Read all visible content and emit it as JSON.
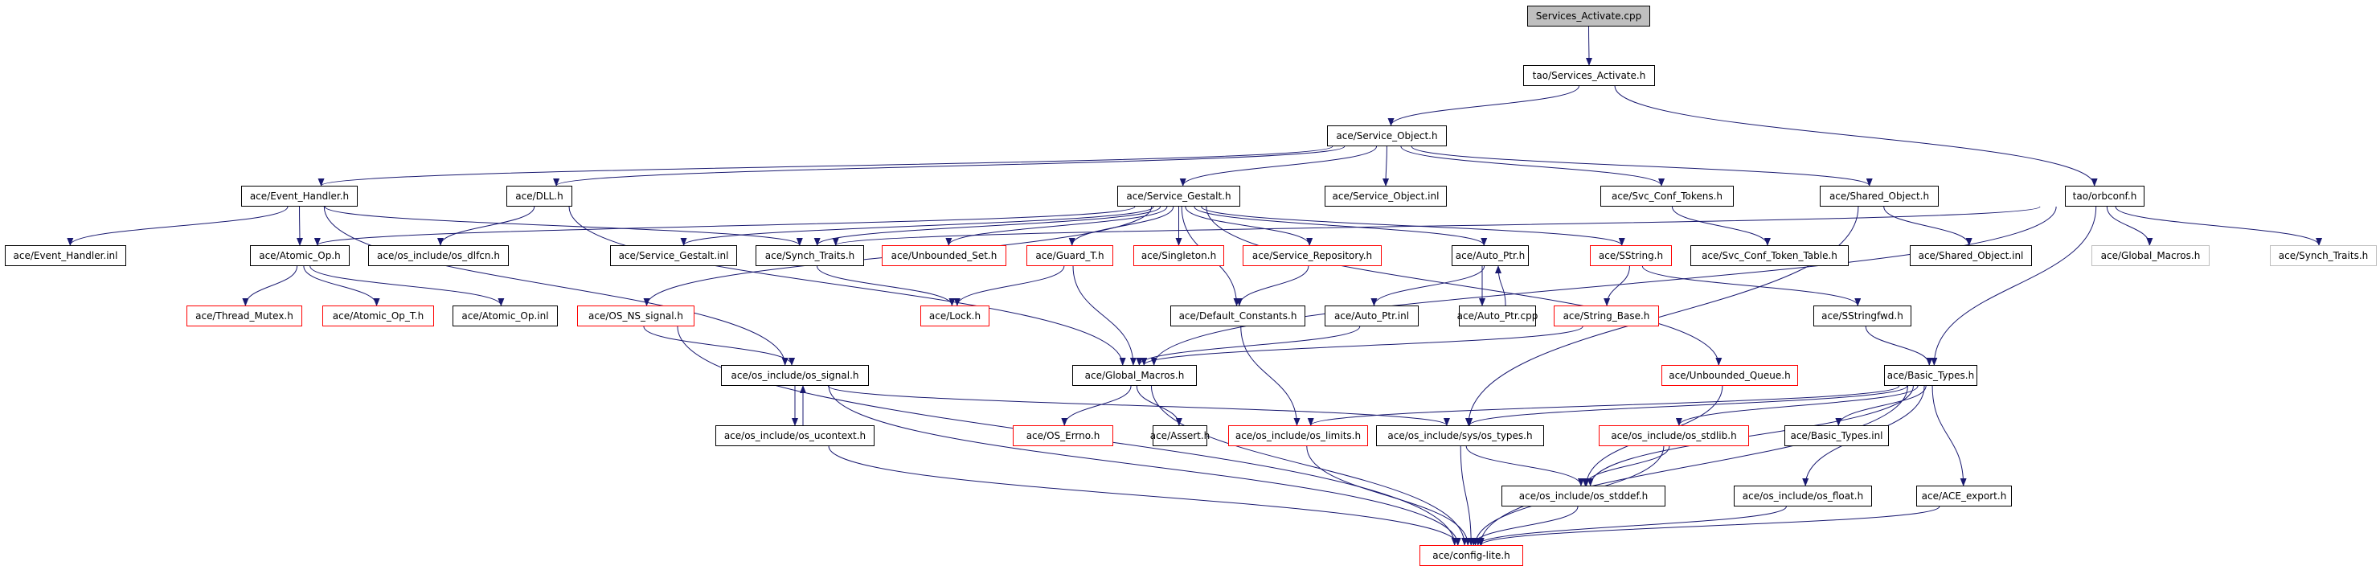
{
  "graph": {
    "edge_color": "#191970",
    "nodes": [
      {
        "id": "cpp",
        "label": "Services_Activate.cpp",
        "style": "root"
      },
      {
        "id": "sa_h",
        "label": "tao/Services_Activate.h",
        "style": "normal"
      },
      {
        "id": "svc_obj",
        "label": "ace/Service_Object.h",
        "style": "normal"
      },
      {
        "id": "evh",
        "label": "ace/Event_Handler.h",
        "style": "normal"
      },
      {
        "id": "dll",
        "label": "ace/DLL.h",
        "style": "normal"
      },
      {
        "id": "gestalt",
        "label": "ace/Service_Gestalt.h",
        "style": "normal"
      },
      {
        "id": "svc_obj_inl",
        "label": "ace/Service_Object.inl",
        "style": "normal"
      },
      {
        "id": "svc_tokens",
        "label": "ace/Svc_Conf_Tokens.h",
        "style": "normal"
      },
      {
        "id": "shared_obj",
        "label": "ace/Shared_Object.h",
        "style": "normal"
      },
      {
        "id": "orbconf",
        "label": "tao/orbconf.h",
        "style": "normal"
      },
      {
        "id": "evh_inl",
        "label": "ace/Event_Handler.inl",
        "style": "normal"
      },
      {
        "id": "atomic",
        "label": "ace/Atomic_Op.h",
        "style": "normal"
      },
      {
        "id": "dlfcn",
        "label": "ace/os_include/os_dlfcn.h",
        "style": "normal"
      },
      {
        "id": "gestalt_inl",
        "label": "ace/Service_Gestalt.inl",
        "style": "normal"
      },
      {
        "id": "synch",
        "label": "ace/Synch_Traits.h",
        "style": "normal"
      },
      {
        "id": "unb_set",
        "label": "ace/Unbounded_Set.h",
        "style": "red"
      },
      {
        "id": "guard",
        "label": "ace/Guard_T.h",
        "style": "red"
      },
      {
        "id": "singleton",
        "label": "ace/Singleton.h",
        "style": "red"
      },
      {
        "id": "svc_repo",
        "label": "ace/Service_Repository.h",
        "style": "red"
      },
      {
        "id": "auto_ptr",
        "label": "ace/Auto_Ptr.h",
        "style": "normal"
      },
      {
        "id": "sstring",
        "label": "ace/SString.h",
        "style": "red"
      },
      {
        "id": "token_table",
        "label": "ace/Svc_Conf_Token_Table.h",
        "style": "normal"
      },
      {
        "id": "shared_inl",
        "label": "ace/Shared_Object.inl",
        "style": "normal"
      },
      {
        "id": "gm_gray",
        "label": "ace/Global_Macros.h",
        "style": "gray"
      },
      {
        "id": "synch_gray",
        "label": "ace/Synch_Traits.h",
        "style": "gray"
      },
      {
        "id": "thread_mutex",
        "label": "ace/Thread_Mutex.h",
        "style": "red"
      },
      {
        "id": "atomic_t",
        "label": "ace/Atomic_Op_T.h",
        "style": "red"
      },
      {
        "id": "atomic_inl",
        "label": "ace/Atomic_Op.inl",
        "style": "normal"
      },
      {
        "id": "ns_signal",
        "label": "ace/OS_NS_signal.h",
        "style": "red"
      },
      {
        "id": "lock",
        "label": "ace/Lock.h",
        "style": "red"
      },
      {
        "id": "def_const",
        "label": "ace/Default_Constants.h",
        "style": "normal"
      },
      {
        "id": "auto_inl",
        "label": "ace/Auto_Ptr.inl",
        "style": "normal"
      },
      {
        "id": "auto_cpp",
        "label": "ace/Auto_Ptr.cpp",
        "style": "normal"
      },
      {
        "id": "string_base",
        "label": "ace/String_Base.h",
        "style": "red"
      },
      {
        "id": "sstringfwd",
        "label": "ace/SStringfwd.h",
        "style": "normal"
      },
      {
        "id": "os_signal",
        "label": "ace/os_include/os_signal.h",
        "style": "normal"
      },
      {
        "id": "gm",
        "label": "ace/Global_Macros.h",
        "style": "normal"
      },
      {
        "id": "unb_queue",
        "label": "ace/Unbounded_Queue.h",
        "style": "red"
      },
      {
        "id": "basic_types",
        "label": "ace/Basic_Types.h",
        "style": "normal"
      },
      {
        "id": "ucontext",
        "label": "ace/os_include/os_ucontext.h",
        "style": "normal"
      },
      {
        "id": "errno",
        "label": "ace/OS_Errno.h",
        "style": "red"
      },
      {
        "id": "assert",
        "label": "ace/Assert.h",
        "style": "normal"
      },
      {
        "id": "limits",
        "label": "ace/os_include/os_limits.h",
        "style": "red"
      },
      {
        "id": "os_types",
        "label": "ace/os_include/sys/os_types.h",
        "style": "normal"
      },
      {
        "id": "stdlib",
        "label": "ace/os_include/os_stdlib.h",
        "style": "red"
      },
      {
        "id": "bt_inl",
        "label": "ace/Basic_Types.inl",
        "style": "normal"
      },
      {
        "id": "stddef",
        "label": "ace/os_include/os_stddef.h",
        "style": "normal"
      },
      {
        "id": "float",
        "label": "ace/os_include/os_float.h",
        "style": "normal"
      },
      {
        "id": "export",
        "label": "ace/ACE_export.h",
        "style": "normal"
      },
      {
        "id": "config",
        "label": "ace/config-lite.h",
        "style": "red"
      }
    ],
    "edges": [
      [
        "cpp",
        "sa_h"
      ],
      [
        "sa_h",
        "svc_obj"
      ],
      [
        "sa_h",
        "orbconf"
      ],
      [
        "svc_obj",
        "evh"
      ],
      [
        "svc_obj",
        "dll"
      ],
      [
        "svc_obj",
        "gestalt"
      ],
      [
        "svc_obj",
        "svc_obj_inl"
      ],
      [
        "svc_obj",
        "svc_tokens"
      ],
      [
        "svc_obj",
        "shared_obj"
      ],
      [
        "evh",
        "evh_inl"
      ],
      [
        "evh",
        "atomic"
      ],
      [
        "evh",
        "synch"
      ],
      [
        "evh",
        "os_signal"
      ],
      [
        "dll",
        "dlfcn"
      ],
      [
        "dll",
        "gm"
      ],
      [
        "gestalt",
        "atomic"
      ],
      [
        "gestalt",
        "gestalt_inl"
      ],
      [
        "gestalt",
        "synch"
      ],
      [
        "gestalt",
        "unb_set"
      ],
      [
        "gestalt",
        "guard"
      ],
      [
        "gestalt",
        "singleton"
      ],
      [
        "gestalt",
        "svc_repo"
      ],
      [
        "gestalt",
        "def_const"
      ],
      [
        "gestalt",
        "auto_ptr"
      ],
      [
        "gestalt",
        "sstring"
      ],
      [
        "gestalt",
        "unb_queue"
      ],
      [
        "gestalt",
        "ns_signal"
      ],
      [
        "orbconf",
        "synch"
      ],
      [
        "orbconf",
        "gm_gray"
      ],
      [
        "orbconf",
        "synch_gray"
      ],
      [
        "orbconf",
        "gm"
      ],
      [
        "orbconf",
        "basic_types"
      ],
      [
        "svc_tokens",
        "token_table"
      ],
      [
        "shared_obj",
        "shared_inl"
      ],
      [
        "shared_obj",
        "os_types"
      ],
      [
        "atomic",
        "thread_mutex"
      ],
      [
        "atomic",
        "atomic_t"
      ],
      [
        "atomic",
        "atomic_inl"
      ],
      [
        "synch",
        "lock"
      ],
      [
        "guard",
        "lock"
      ],
      [
        "guard",
        "gm"
      ],
      [
        "svc_repo",
        "def_const"
      ],
      [
        "auto_ptr",
        "auto_inl"
      ],
      [
        "auto_ptr",
        "auto_cpp"
      ],
      [
        "auto_cpp",
        "auto_ptr"
      ],
      [
        "auto_inl",
        "gm"
      ],
      [
        "sstring",
        "string_base"
      ],
      [
        "sstring",
        "sstringfwd"
      ],
      [
        "string_base",
        "gm"
      ],
      [
        "sstringfwd",
        "basic_types"
      ],
      [
        "ns_signal",
        "os_signal"
      ],
      [
        "ns_signal",
        "config"
      ],
      [
        "os_signal",
        "ucontext"
      ],
      [
        "os_signal",
        "os_types"
      ],
      [
        "os_signal",
        "config"
      ],
      [
        "ucontext",
        "os_signal"
      ],
      [
        "ucontext",
        "config"
      ],
      [
        "gm",
        "errno"
      ],
      [
        "gm",
        "assert"
      ],
      [
        "gm",
        "config"
      ],
      [
        "def_const",
        "limits"
      ],
      [
        "unb_queue",
        "stddef"
      ],
      [
        "basic_types",
        "limits"
      ],
      [
        "basic_types",
        "os_types"
      ],
      [
        "basic_types",
        "stddef"
      ],
      [
        "basic_types",
        "stdlib"
      ],
      [
        "basic_types",
        "bt_inl"
      ],
      [
        "basic_types",
        "float"
      ],
      [
        "basic_types",
        "export"
      ],
      [
        "basic_types",
        "config"
      ],
      [
        "os_types",
        "stddef"
      ],
      [
        "os_types",
        "config"
      ],
      [
        "stdlib",
        "stddef"
      ],
      [
        "stdlib",
        "config"
      ],
      [
        "limits",
        "config"
      ],
      [
        "stddef",
        "config"
      ],
      [
        "float",
        "config"
      ],
      [
        "export",
        "config"
      ]
    ]
  }
}
